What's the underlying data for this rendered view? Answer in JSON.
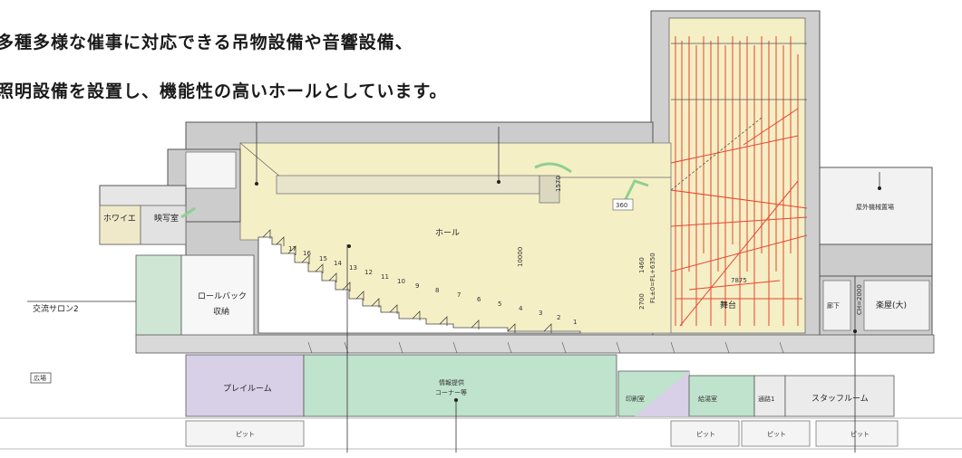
{
  "headline": {
    "line1": "多種多様な催事に対応できる吊物設備や音響設備、",
    "line2": "照明設備を設置し、機能性の高いホールとしています。"
  },
  "rooms": {
    "foyer": "ホワイエ",
    "projection_room": "映写室",
    "hall": "ホール",
    "roll_back_line1": "ロールバック",
    "roll_back_line2": "収納",
    "exchange_salon": "交流サロン2",
    "plaza": "広場",
    "stage": "舞台",
    "outdoor_machine": "屋外機械置場",
    "corridor": "廊下",
    "green_room": "楽屋(大)",
    "playroom": "プレイルーム",
    "info_line1": "情報提供",
    "info_line2": "コーナー等",
    "print_room": "印刷室",
    "supply_room": "給湯室",
    "passage": "通路1",
    "staff_room": "スタッフルーム",
    "pit": "ピット"
  },
  "dimensions": {
    "d360": "360",
    "d1570": "1570",
    "d10000": "10000",
    "d1460": "1460",
    "d2700": "2700",
    "d_fl": "FL±0=FL+6350",
    "d7875": "7875",
    "d_ch": "CH=2000"
  },
  "seat_rows": [
    "17",
    "16",
    "15",
    "14",
    "13",
    "12",
    "11",
    "10",
    "9",
    "8",
    "7",
    "6",
    "5",
    "4",
    "3",
    "2",
    "1"
  ],
  "colors": {
    "hall_fill": "#f6f0c8",
    "stage_fill": "#f6f0c8",
    "shell_gray": "#cccccc",
    "stage_rigging": "#e8452f",
    "green_acc": "#8fd08f",
    "purple_room": "#d8d0e6",
    "green_room": "#bfe3cc",
    "foyer_fill": "#efe9c9",
    "light_gray": "#e4e4e4"
  }
}
